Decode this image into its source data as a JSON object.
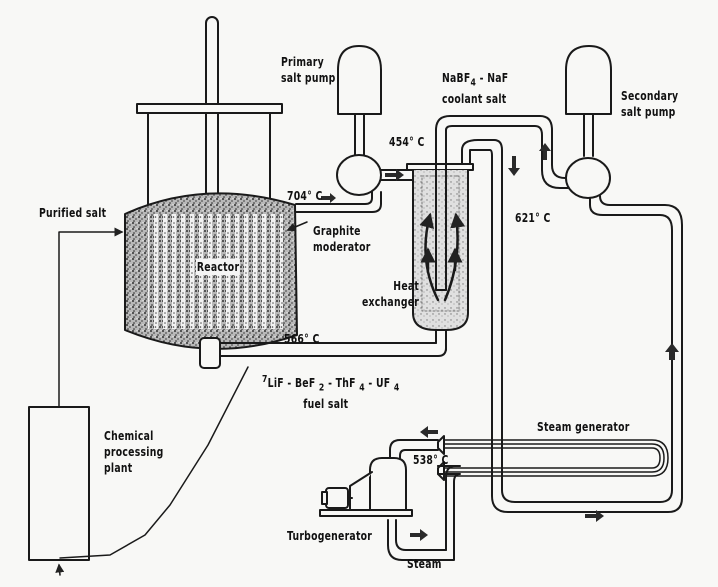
{
  "diagram": {
    "title": "Molten salt breeder reactor schematic",
    "labels": {
      "primary_pump": [
        "Primary",
        "salt pump"
      ],
      "coolant_salt_line1": "NaBF4 - NaF",
      "coolant_salt_line2": "coolant salt",
      "secondary_pump": [
        "Secondary",
        "salt pump"
      ],
      "purified_salt": "Purified salt",
      "graphite_moderator": [
        "Graphite",
        "moderator"
      ],
      "reactor": "Reactor",
      "heat_exchanger": [
        "Heat",
        "exchanger"
      ],
      "fuel_salt_line1": "7LiF - BeF2 - ThF4 - UF4",
      "fuel_salt_line2": "fuel salt",
      "chemical_plant": [
        "Chemical",
        "processing",
        "plant"
      ],
      "steam_generator": "Steam generator",
      "turbogenerator": "Turbogenerator",
      "steam": "Steam"
    },
    "temperatures": {
      "reactor_outlet": "704° C",
      "hx_coolant_inlet": "454° C",
      "hx_coolant_outlet": "621° C",
      "fuel_return": "566° C",
      "steam": "538° C"
    },
    "colors": {
      "ink": "#1a1a1a",
      "paper": "#f8f8f6",
      "stipple": "#6a6a6a"
    }
  }
}
